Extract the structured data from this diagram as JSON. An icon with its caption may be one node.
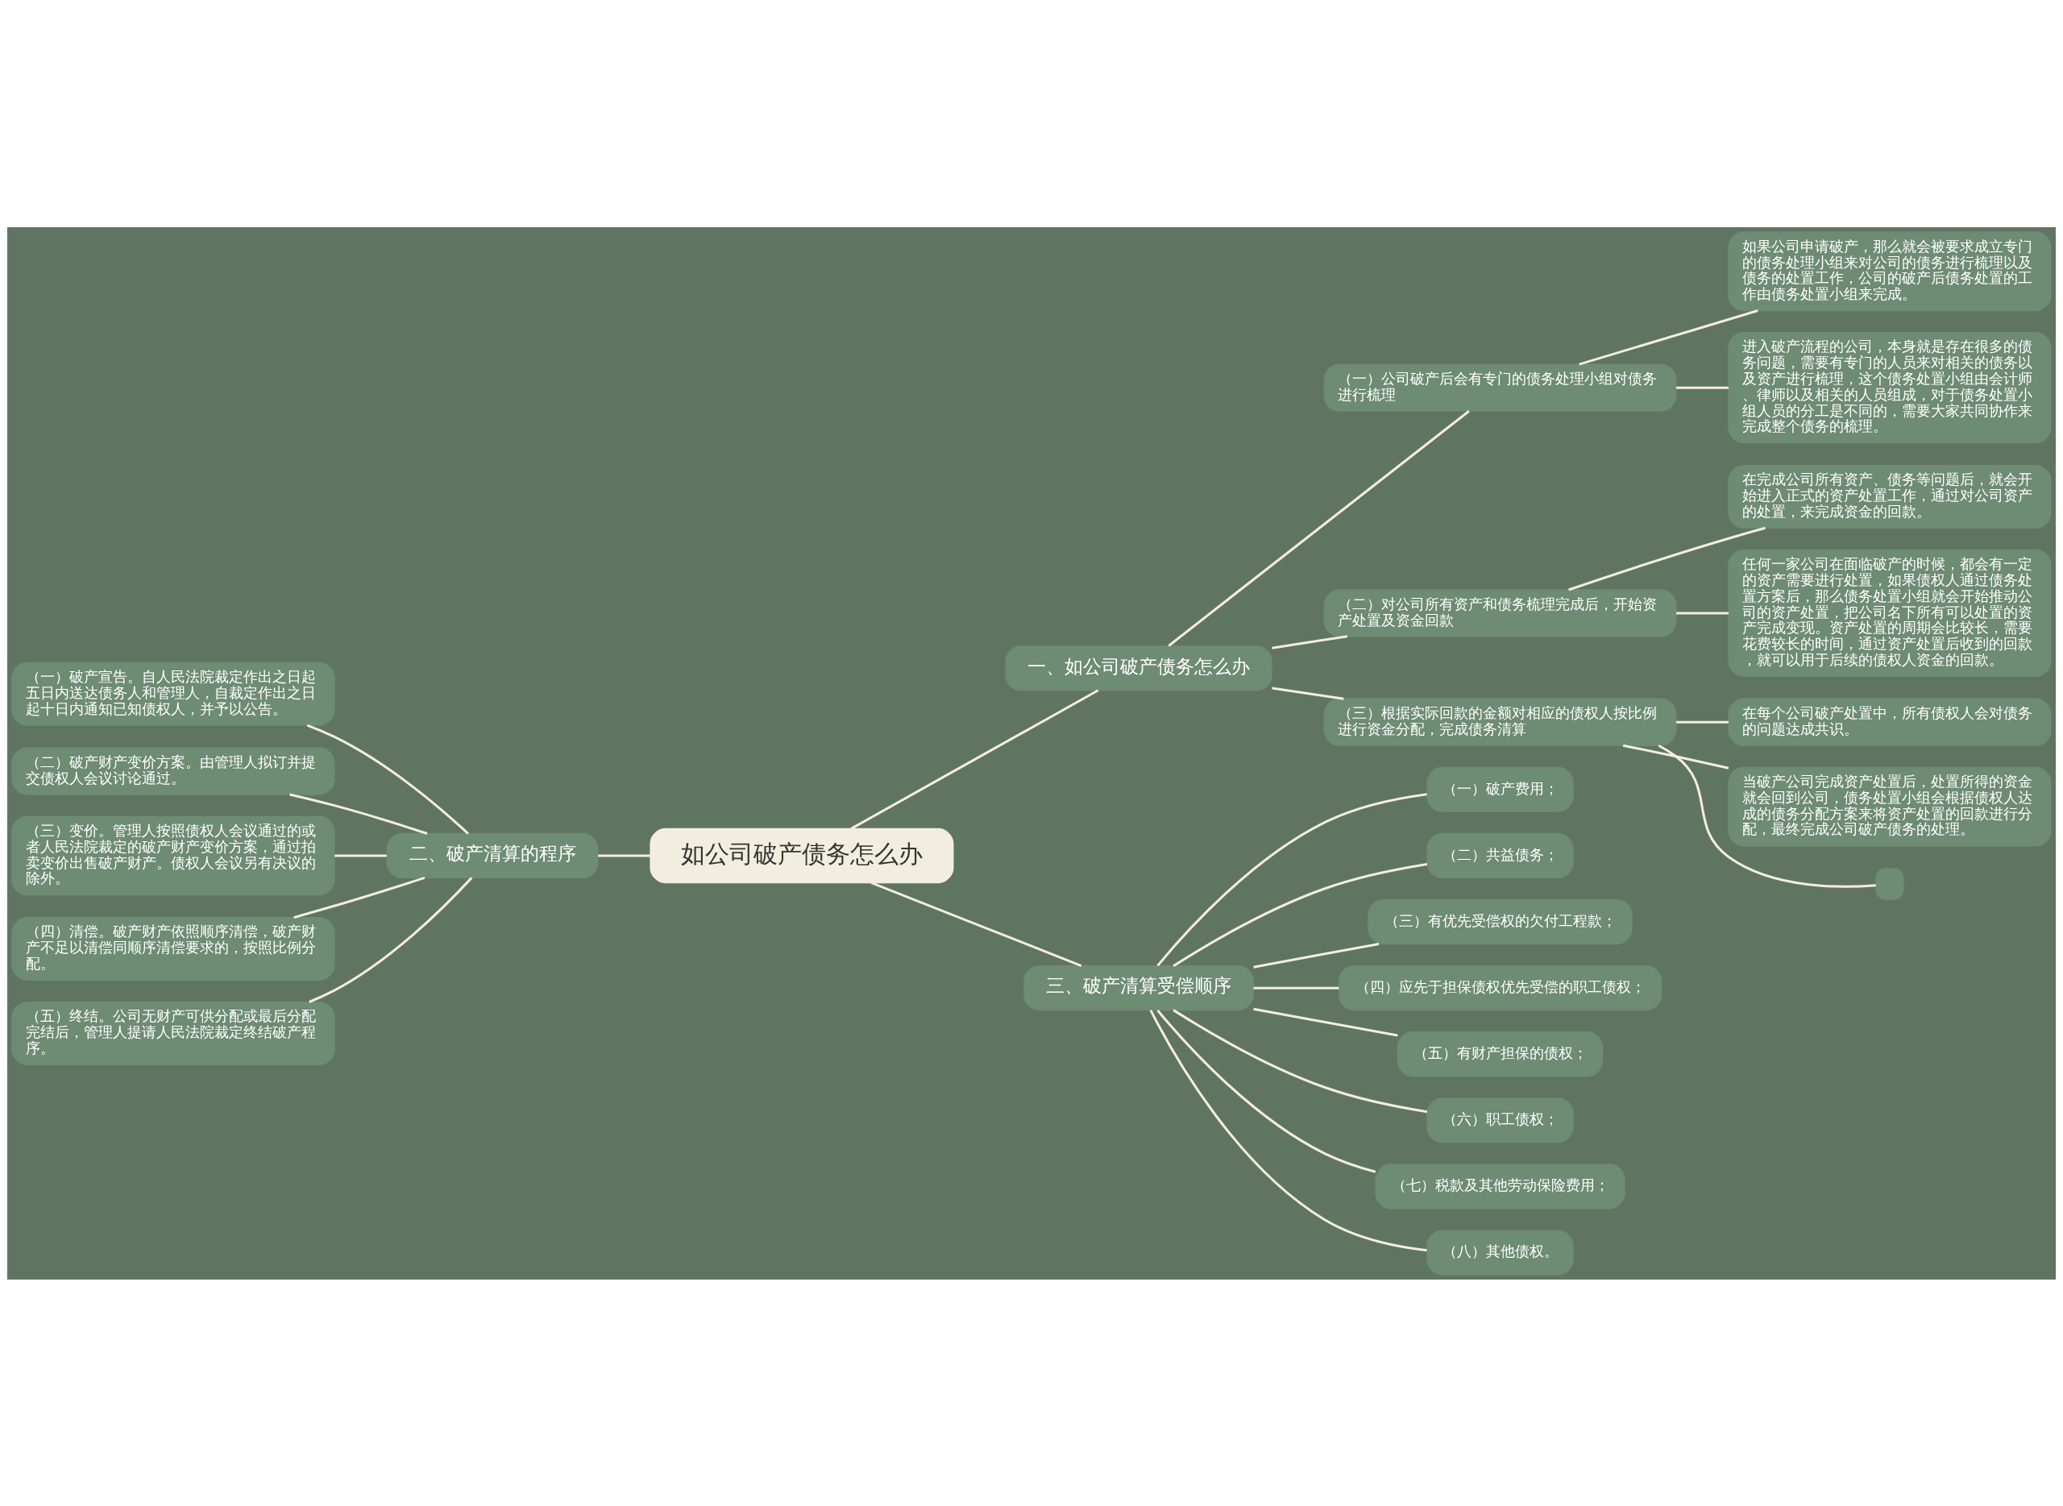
{
  "diagram": {
    "nodes": [
      {
        "text": [
          "如公司破产债务怎么办"
        ]
      },
      {
        "text": [
          "一、如公司破产债务怎么办"
        ]
      },
      {
        "text": [
          "（一）公司破产后会有专门的债务处理小组对债务进行梳理"
        ]
      },
      {
        "text": [
          "如果公司申请破产，那么就会被要求成立专门的债务处理小组来对公司的债务进行梳理以及债务的处置工作，公司的破产后债务处置的工作由债务处置小组来完成。"
        ]
      },
      {
        "text": [
          "进入破产流程的公司，本身就是存在很多的债务问题，需要有专门的人员来对相关的债务以及资产进行梳理，这个债务处置小组由会计师、律师以及相关的人员组成，对于债务处置小组人员的分工是不同的，需要大家共同协作来完成整个债务的梳理。"
        ]
      },
      {
        "text": [
          "（二）对公司所有资产和债务梳理完成后，开始资产处置及资金回款"
        ]
      },
      {
        "text": [
          "在完成公司所有资产、债务等问题后，就会开始进入正式的资产处置工作，通过对公司资产的处置，来完成资金的回款。"
        ]
      },
      {
        "text": [
          "任何一家公司在面临破产的时候，都会有一定的资产需要进行处置，如果债权人通过债务处置方案后，那么债务处置小组就会开始推动公司的资产处置，把公司名下所有可以处置的资产完成变现。资产处置的周期会比较长，需要花费较长的时间，通过资产处置后收到的回款，就可以用于后续的债权人资金的回款。"
        ]
      },
      {
        "text": [
          "（三）根据实际回款的金额对相应的债权人按比例进行资金分配，完成债务清算"
        ]
      },
      {
        "text": [
          "在每个公司破产处置中，所有债权人会对债务的问题达成共识。"
        ]
      },
      {
        "text": [
          "当破产公司完成资产处置后，处置所得的资金就会回到公司，债务处置小组会根据债权人达成的债务分配方案来将资产处置的回款进行分配，最终完成公司破产债务的处理。"
        ]
      },
      {
        "text": [],
        "shape": "box"
      },
      {
        "text": [
          "二、破产清算的程序"
        ]
      },
      {
        "text": [
          "（一）破产宣告。自人民法院裁定作出之日起五日内送达债务人和管理人，自裁定作出之日起十日内通知已知债权人，并予以公告。"
        ]
      },
      {
        "text": [
          "（二）破产财产变价方案。由管理人拟订并提交债权人会议讨论通过。"
        ]
      },
      {
        "text": [
          "（三）变价。管理人按照债权人会议通过的或者人民法院裁定的破产财产变价方案，通过拍卖变价出售破产财产。债权人会议另有决议的除外。"
        ]
      },
      {
        "text": [
          "（四）清偿。破产财产依照顺序清偿，破产财产不足以清偿同顺序清偿要求的，按照比例分配。"
        ]
      },
      {
        "text": [
          "（五）终结。公司无财产可供分配或最后分配完结后，管理人提请人民法院裁定终结破产程序。"
        ]
      },
      {
        "text": [
          "三、破产清算受偿顺序"
        ]
      },
      {
        "text": [
          "（一）破产费用；"
        ]
      },
      {
        "text": [
          "（二）共益债务；"
        ]
      },
      {
        "text": [
          "（三）有优先受偿权的欠付工程款；"
        ]
      },
      {
        "text": [
          "（四）应先于担保债权优先受偿的职工债权；"
        ]
      },
      {
        "text": [
          "（五）有财产担保的债权；"
        ]
      },
      {
        "text": [
          "（六）职工债权；"
        ]
      },
      {
        "text": [
          "（七）税款及其他劳动保险费用；"
        ]
      },
      {
        "text": [
          "（八）其他债权。"
        ]
      }
    ],
    "edges": [
      {
        "from": 0,
        "to": 1,
        "arrow": "none"
      },
      {
        "from": 1,
        "to": 2,
        "arrow": "none"
      },
      {
        "from": 2,
        "to": 3,
        "arrow": "none"
      },
      {
        "from": 2,
        "to": 4,
        "arrow": "none"
      },
      {
        "from": 1,
        "to": 5,
        "arrow": "none"
      },
      {
        "from": 5,
        "to": 6,
        "arrow": "none"
      },
      {
        "from": 5,
        "to": 7,
        "arrow": "none"
      },
      {
        "from": 1,
        "to": 8,
        "arrow": "none"
      },
      {
        "from": 8,
        "to": 9,
        "arrow": "none"
      },
      {
        "from": 8,
        "to": 10,
        "arrow": "none"
      },
      {
        "from": 8,
        "to": 11,
        "arrow": "none"
      },
      {
        "from": 0,
        "to": 12,
        "arrow": "none"
      },
      {
        "from": 12,
        "to": 13,
        "arrow": "none"
      },
      {
        "from": 12,
        "to": 14,
        "arrow": "none"
      },
      {
        "from": 12,
        "to": 15,
        "arrow": "none"
      },
      {
        "from": 12,
        "to": 16,
        "arrow": "none"
      },
      {
        "from": 12,
        "to": 17,
        "arrow": "none"
      },
      {
        "from": 0,
        "to": 18,
        "arrow": "none"
      },
      {
        "from": 18,
        "to": 19,
        "arrow": "none"
      },
      {
        "from": 18,
        "to": 20,
        "arrow": "none"
      },
      {
        "from": 18,
        "to": 21,
        "arrow": "none"
      },
      {
        "from": 18,
        "to": 22,
        "arrow": "none"
      },
      {
        "from": 18,
        "to": 23,
        "arrow": "none"
      },
      {
        "from": 18,
        "to": 24,
        "arrow": "none"
      },
      {
        "from": 18,
        "to": 25,
        "arrow": "none"
      },
      {
        "from": 18,
        "to": 26,
        "arrow": "none"
      }
    ]
  }
}
